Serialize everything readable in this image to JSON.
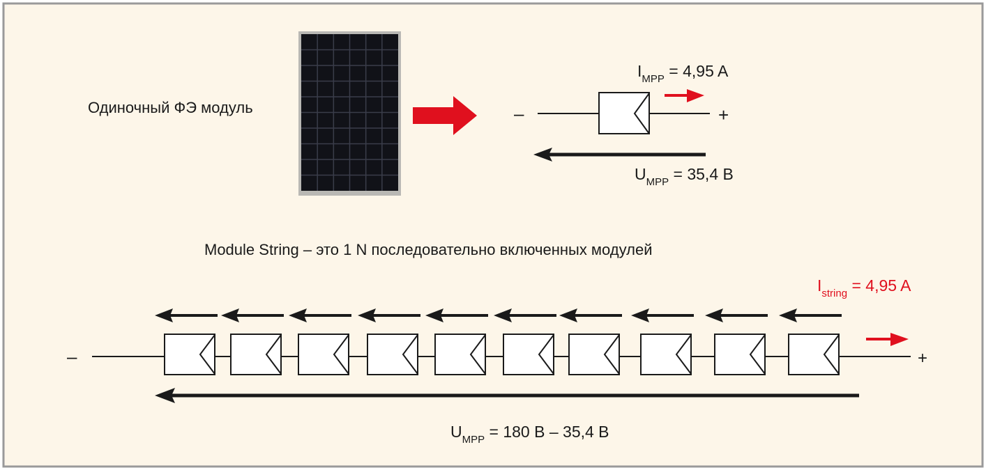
{
  "single_module": {
    "label": "Одиночный ФЭ модуль",
    "minus": "–",
    "plus": "+",
    "current": {
      "symbol": "I",
      "sub": "MPP",
      "value": " = 4,95 A"
    },
    "voltage": {
      "symbol": "U",
      "sub": "MPP",
      "value": " = 35,4 B"
    }
  },
  "string": {
    "title": "Module String – это 1 N последовательно включенных модулей",
    "minus": "–",
    "plus": "+",
    "module_count": 10,
    "current": {
      "symbol": "I",
      "sub": "string",
      "value": " = 4,95 A"
    },
    "voltage": {
      "symbol": "U",
      "sub": "MPP",
      "value": " = 180 B – 35,4 B"
    }
  },
  "colors": {
    "background": "#fdf6e9",
    "border": "#9a9a9a",
    "accent_red": "#e0101e",
    "line": "#1a1a1a"
  }
}
